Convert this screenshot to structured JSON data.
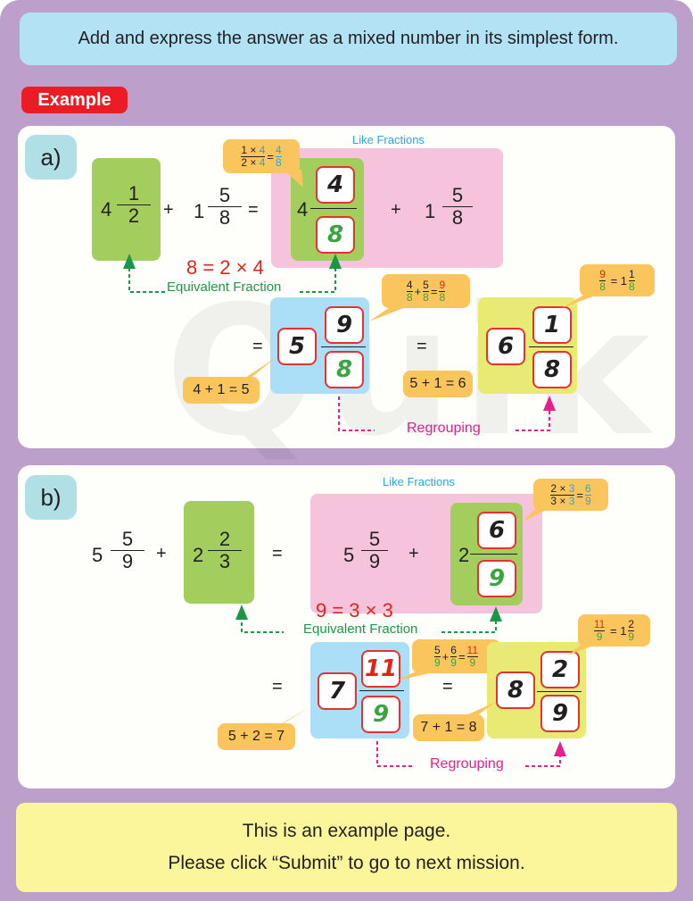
{
  "instruction": "Add and express the answer as a mixed number in its simplest form.",
  "badge": "Example",
  "problems": {
    "a": {
      "label": "a)",
      "term1": {
        "whole": "4",
        "num": "1",
        "den": "2"
      },
      "plus": "+",
      "term2": {
        "whole": "1",
        "num": "5",
        "den": "8"
      },
      "equals": "=",
      "like_fractions_label": "Like Fractions",
      "converted": {
        "whole": "4",
        "num": "4",
        "den": "8"
      },
      "converted_plus": "+",
      "converted_term2": {
        "whole": "1",
        "num": "5",
        "den": "8"
      },
      "callout_convert": {
        "n1": "1",
        "times1": "×",
        "m1": "4",
        "n2": "2",
        "times2": "×",
        "m2": "4",
        "eq": "=",
        "rn": "4",
        "rd": "8"
      },
      "relation": "8 = 2 × 4",
      "equivalent_label": "Equivalent Fraction",
      "sum_equals": "=",
      "sum": {
        "whole": "5",
        "num": "9",
        "den": "8"
      },
      "whole_calc": "4 + 1 = 5",
      "callout_add": {
        "a_n": "4",
        "a_d": "8",
        "plus": "+",
        "b_n": "5",
        "b_d": "8",
        "eq": "=",
        "r_n": "9",
        "r_d": "8"
      },
      "final_equals": "=",
      "final": {
        "whole": "6",
        "num": "1",
        "den": "8"
      },
      "regroup_calc": "5 + 1 = 6",
      "callout_regroup": {
        "n": "9",
        "d": "8",
        "eq": "=",
        "whole": "1",
        "rn": "1",
        "rd": "8"
      },
      "regrouping_label": "Regrouping"
    },
    "b": {
      "label": "b)",
      "term1": {
        "whole": "5",
        "num": "5",
        "den": "9"
      },
      "plus": "+",
      "term2": {
        "whole": "2",
        "num": "2",
        "den": "3"
      },
      "equals": "=",
      "like_fractions_label": "Like Fractions",
      "converted_term1": {
        "whole": "5",
        "num": "5",
        "den": "9"
      },
      "converted_plus": "+",
      "converted": {
        "whole": "2",
        "num": "6",
        "den": "9"
      },
      "callout_convert": {
        "n1": "2",
        "times1": "×",
        "m1": "3",
        "n2": "3",
        "times2": "×",
        "m2": "3",
        "eq": "=",
        "rn": "6",
        "rd": "9"
      },
      "relation": "9 = 3 × 3",
      "equivalent_label": "Equivalent Fraction",
      "sum_equals": "=",
      "sum": {
        "whole": "7",
        "num": "11",
        "den": "9"
      },
      "whole_calc": "5 + 2 = 7",
      "callout_add": {
        "a_n": "5",
        "a_d": "9",
        "plus": "+",
        "b_n": "6",
        "b_d": "9",
        "eq": "=",
        "r_n": "11",
        "r_d": "9"
      },
      "final_equals": "=",
      "final": {
        "whole": "8",
        "num": "2",
        "den": "9"
      },
      "regroup_calc": "7 + 1 = 8",
      "callout_regroup": {
        "n": "11",
        "d": "9",
        "eq": "=",
        "whole": "1",
        "rn": "2",
        "rd": "9"
      },
      "regrouping_label": "Regrouping"
    }
  },
  "footer": {
    "line1": "This is an example page.",
    "line2": "Please click “Submit” to go to next mission."
  },
  "colors": {
    "background": "#bd9fcb",
    "instruction_bg": "#b2e2f3",
    "badge": "#ec1c24",
    "green_box": "#a3ce5e",
    "pink_box": "#f5c3dc",
    "blue_box": "#abdff7",
    "yellow_box": "#e8ea74",
    "callout": "#fbc55d",
    "equivalent_arrow": "#1b9847",
    "regroup_arrow": "#e91e8c",
    "footer_bg": "#fbf59b"
  }
}
